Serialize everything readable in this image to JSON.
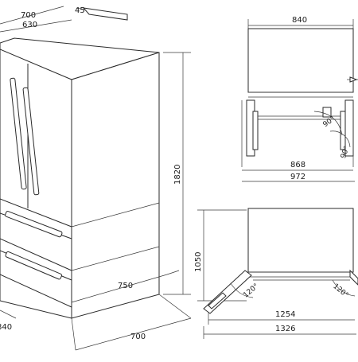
{
  "drawing": {
    "fridge_view": {
      "depth_total": "700",
      "depth_body": "630",
      "door_offset": "45",
      "height": "1820",
      "open_depth": "750",
      "width": "840",
      "base_depth": "700"
    },
    "top_plan": {
      "width": "840",
      "inner_width": "868",
      "outer_width": "972",
      "angle_right": "90°",
      "angle_left": "90°"
    },
    "open_plan": {
      "depth": "1050",
      "width_open": "1254",
      "width_total": "1326",
      "angle_left": "120°",
      "angle_right": "120°"
    }
  }
}
